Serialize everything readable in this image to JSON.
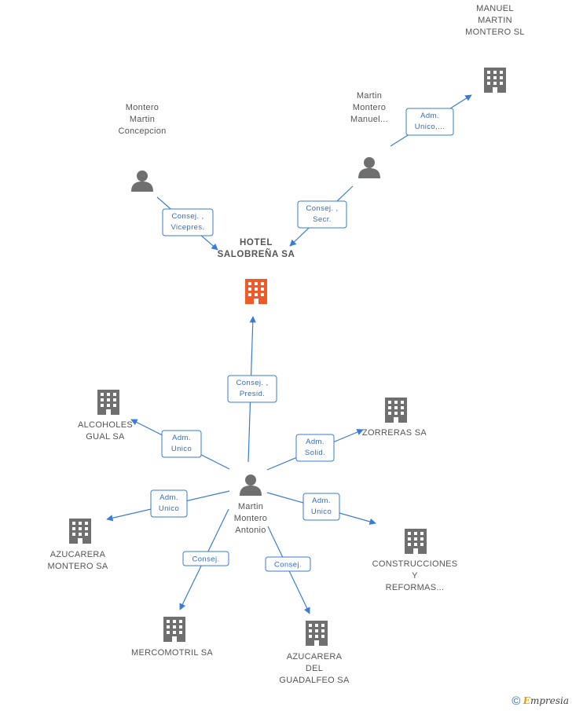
{
  "colors": {
    "edge": "#3a7bd5",
    "building": "#6f6f6f",
    "main_building": "#f05a28",
    "person": "#6f6f6f"
  },
  "nodes": [
    {
      "id": "hotel",
      "type": "company",
      "highlight": true,
      "label": [
        "HOTEL",
        "SALOBREÑA SA"
      ]
    },
    {
      "id": "manuel_martin_montero_sl",
      "type": "company",
      "label": [
        "MANUEL",
        "MARTIN",
        "MONTERO SL"
      ]
    },
    {
      "id": "montero_martin_concepcion",
      "type": "person",
      "label": [
        "Montero",
        "Martin",
        "Concepcion"
      ]
    },
    {
      "id": "martin_montero_manuel",
      "type": "person",
      "label": [
        "Martin",
        "Montero",
        "Manuel..."
      ]
    },
    {
      "id": "martin_montero_antonio",
      "type": "person",
      "label": [
        "Martin",
        "Montero",
        "Antonio"
      ]
    },
    {
      "id": "alcoholes_gual",
      "type": "company",
      "label": [
        "ALCOHOLES",
        "GUAL SA"
      ]
    },
    {
      "id": "zorreras",
      "type": "company",
      "label": [
        "ZORRERAS SA"
      ]
    },
    {
      "id": "azucarera_montero",
      "type": "company",
      "label": [
        "AZUCARERA",
        "MONTERO SA"
      ]
    },
    {
      "id": "construcciones",
      "type": "company",
      "label": [
        "CONSTRUCCIONES",
        "Y",
        "REFORMAS..."
      ]
    },
    {
      "id": "mercomotril",
      "type": "company",
      "label": [
        "MERCOMOTRIL SA"
      ]
    },
    {
      "id": "azucarera_guadalfeo",
      "type": "company",
      "label": [
        "AZUCARERA",
        "DEL",
        "GUADALFEO SA"
      ]
    }
  ],
  "edges": [
    {
      "from": "martin_montero_manuel",
      "to": "manuel_martin_montero_sl",
      "label": [
        "Adm.",
        "Unico,..."
      ]
    },
    {
      "from": "montero_martin_concepcion",
      "to": "hotel",
      "label": [
        "Consej. ,",
        "Vicepres."
      ]
    },
    {
      "from": "martin_montero_manuel",
      "to": "hotel",
      "label": [
        "Consej. ,",
        "Secr."
      ]
    },
    {
      "from": "martin_montero_antonio",
      "to": "hotel",
      "label": [
        "Consej. ,",
        "Presid."
      ]
    },
    {
      "from": "martin_montero_antonio",
      "to": "alcoholes_gual",
      "label": [
        "Adm.",
        "Unico"
      ]
    },
    {
      "from": "martin_montero_antonio",
      "to": "zorreras",
      "label": [
        "Adm.",
        "Solid."
      ]
    },
    {
      "from": "martin_montero_antonio",
      "to": "azucarera_montero",
      "label": [
        "Adm.",
        "Unico"
      ]
    },
    {
      "from": "martin_montero_antonio",
      "to": "construcciones",
      "label": [
        "Adm.",
        "Unico"
      ]
    },
    {
      "from": "martin_montero_antonio",
      "to": "mercomotril",
      "label": [
        "Consej."
      ]
    },
    {
      "from": "martin_montero_antonio",
      "to": "azucarera_guadalfeo",
      "label": [
        "Consej."
      ]
    }
  ],
  "watermark": {
    "copyright": "©",
    "brand_initial": "E",
    "brand_rest": "mpresia"
  }
}
